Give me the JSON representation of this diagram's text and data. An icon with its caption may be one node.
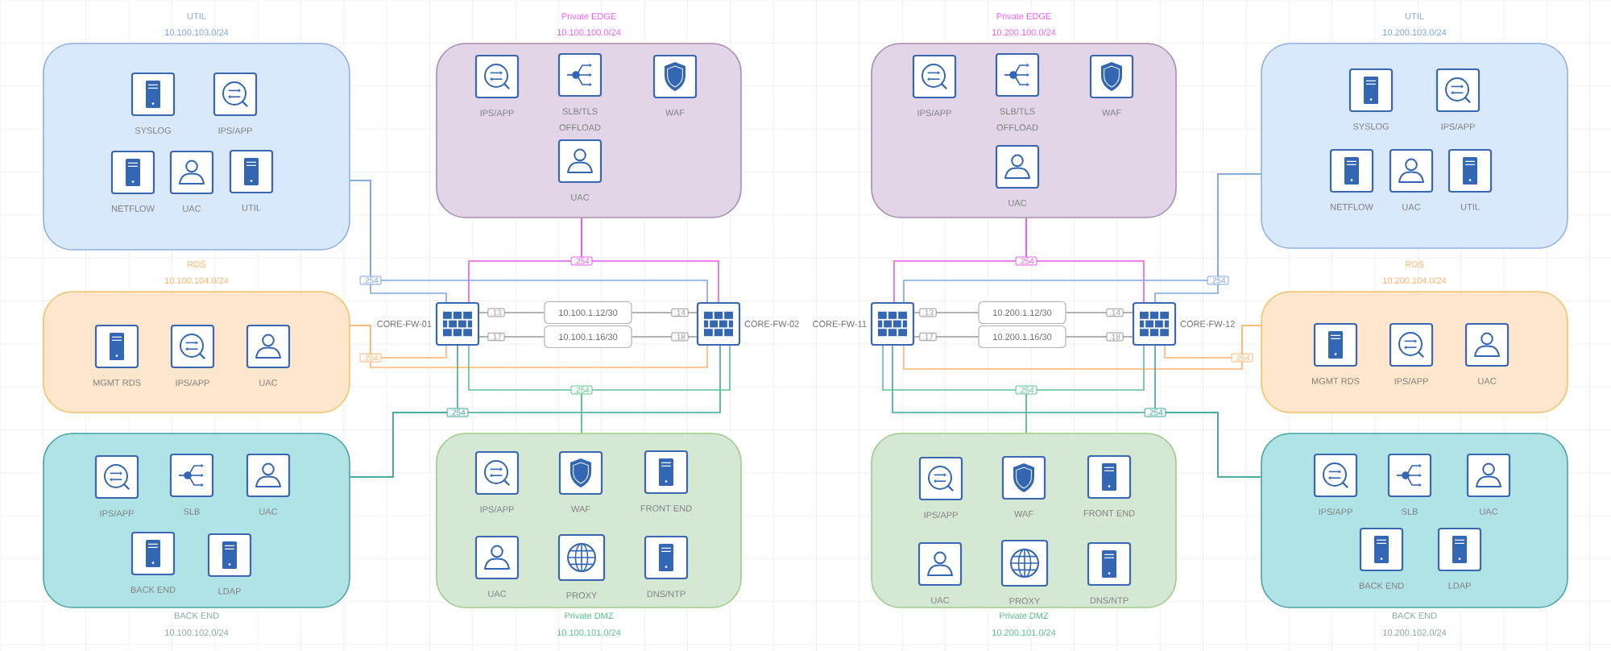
{
  "diagram": {
    "nodes": [
      {
        "text": [
          "UTIL",
          "10.100.103.0/24"
        ]
      },
      {
        "text": [
          "SYSLOG"
        ],
        "in": 0
      },
      {
        "text": [
          "IPS/APP"
        ],
        "in": 0
      },
      {
        "text": [
          "NETFLOW"
        ],
        "in": 0
      },
      {
        "text": [
          "UAC"
        ],
        "in": 0
      },
      {
        "text": [
          "UTIL"
        ],
        "in": 0
      },
      {
        "text": [
          "Private EDGE",
          "10.100.100.0/24"
        ]
      },
      {
        "text": [
          "IPS/APP"
        ],
        "in": 6
      },
      {
        "text": [
          "SLB/TLS OFFLOAD"
        ],
        "in": 6
      },
      {
        "text": [
          "WAF"
        ],
        "in": 6
      },
      {
        "text": [
          "UAC"
        ],
        "in": 6
      },
      {
        "text": [
          "Private EDGE",
          "10.200.100.0/24"
        ]
      },
      {
        "text": [
          "IPS/APP"
        ],
        "in": 11
      },
      {
        "text": [
          "SLB/TLS OFFLOAD"
        ],
        "in": 11
      },
      {
        "text": [
          "WAF"
        ],
        "in": 11
      },
      {
        "text": [
          "UAC"
        ],
        "in": 11
      },
      {
        "text": [
          "UTIL",
          "10.200.103.0/24"
        ]
      },
      {
        "text": [
          "SYSLOG"
        ],
        "in": 16
      },
      {
        "text": [
          "IPS/APP"
        ],
        "in": 16
      },
      {
        "text": [
          "NETFLOW"
        ],
        "in": 16
      },
      {
        "text": [
          "UAC"
        ],
        "in": 16
      },
      {
        "text": [
          "UTIL"
        ],
        "in": 16
      },
      {
        "text": [
          "RDS",
          "10.100.104.0/24"
        ]
      },
      {
        "text": [
          "MGMT RDS"
        ],
        "in": 22
      },
      {
        "text": [
          "IPS/APP"
        ],
        "in": 22
      },
      {
        "text": [
          "UAC"
        ],
        "in": 22
      },
      {
        "text": [
          "CORE-FW-01"
        ]
      },
      {
        "text": [
          "10.100.1.12/30"
        ]
      },
      {
        "text": [
          "10.100.1.16/30"
        ]
      },
      {
        "text": [
          "CORE-FW-02"
        ]
      },
      {
        "text": [
          "CORE-FW-11"
        ]
      },
      {
        "text": [
          "10.200.1.12/30"
        ]
      },
      {
        "text": [
          "10.200.1.16/30"
        ]
      },
      {
        "text": [
          "CORE-FW-12"
        ]
      },
      {
        "text": [
          "RDS",
          "10.200.104.0/24"
        ]
      },
      {
        "text": [
          "MGMT RDS"
        ],
        "in": 34
      },
      {
        "text": [
          "IPS/APP"
        ],
        "in": 34
      },
      {
        "text": [
          "UAC"
        ],
        "in": 34
      },
      {
        "text": [
          "BACK END",
          "10.100.102.0/24"
        ]
      },
      {
        "text": [
          "IPS/APP"
        ],
        "in": 38
      },
      {
        "text": [
          "SLB"
        ],
        "in": 38
      },
      {
        "text": [
          "UAC"
        ],
        "in": 38
      },
      {
        "text": [
          "BACK END"
        ],
        "in": 38
      },
      {
        "text": [
          "LDAP"
        ],
        "in": 38
      },
      {
        "text": [
          "Private DMZ",
          "10.100.101.0/24"
        ]
      },
      {
        "text": [
          "IPS/APP"
        ],
        "in": 44
      },
      {
        "text": [
          "WAF"
        ],
        "in": 44
      },
      {
        "text": [
          "FRONT END"
        ],
        "in": 44
      },
      {
        "text": [
          "UAC"
        ],
        "in": 44
      },
      {
        "text": [
          "PROXY"
        ],
        "in": 44
      },
      {
        "text": [
          "DNS/NTP"
        ],
        "in": 44
      },
      {
        "text": [
          "Private DMZ",
          "10.200.101.0/24"
        ]
      },
      {
        "text": [
          "IPS/APP"
        ],
        "in": 51
      },
      {
        "text": [
          "WAF"
        ],
        "in": 51
      },
      {
        "text": [
          "FRONT END"
        ],
        "in": 51
      },
      {
        "text": [
          "UAC"
        ],
        "in": 51
      },
      {
        "text": [
          "PROXY"
        ],
        "in": 51
      },
      {
        "text": [
          "DNS/NTP"
        ],
        "in": 51
      },
      {
        "text": [
          "BACK END",
          "10.200.102.0/24"
        ]
      },
      {
        "text": [
          "IPS/APP"
        ],
        "in": 58
      },
      {
        "text": [
          "SLB"
        ],
        "in": 58
      },
      {
        "text": [
          "UAC"
        ],
        "in": 58
      },
      {
        "text": [
          "BACK END"
        ],
        "in": 58
      },
      {
        "text": [
          "LDAP"
        ],
        "in": 58
      }
    ],
    "edges": [
      {
        "from": 0,
        "to": 26,
        "arrow": "none",
        "label": ".254",
        "color": "#7ea6e0"
      },
      {
        "from": 0,
        "to": 29,
        "arrow": "none",
        "color": "#7ea6e0"
      },
      {
        "from": 6,
        "to": 26,
        "arrow": "none",
        "label": ".254",
        "color": "#e85ce8"
      },
      {
        "from": 6,
        "to": 29,
        "arrow": "none",
        "color": "#e85ce8"
      },
      {
        "from": 22,
        "to": 26,
        "arrow": "none",
        "label": ".254",
        "color": "#ffb570"
      },
      {
        "from": 22,
        "to": 29,
        "arrow": "none",
        "color": "#ffb570"
      },
      {
        "from": 26,
        "to": 27,
        "arrow": "none",
        "label": ".13",
        "color": "#999999"
      },
      {
        "from": 27,
        "to": 29,
        "arrow": "none",
        "label": ".14",
        "color": "#999999"
      },
      {
        "from": 26,
        "to": 28,
        "arrow": "none",
        "label": ".17",
        "color": "#999999"
      },
      {
        "from": 28,
        "to": 29,
        "arrow": "none",
        "label": ".18",
        "color": "#999999"
      },
      {
        "from": 38,
        "to": 26,
        "arrow": "none",
        "label": ".254",
        "color": "#3fa89c"
      },
      {
        "from": 38,
        "to": 29,
        "arrow": "none",
        "color": "#3fa89c"
      },
      {
        "from": 44,
        "to": 26,
        "arrow": "none",
        "label": ".254",
        "color": "#5cc48e"
      },
      {
        "from": 44,
        "to": 29,
        "arrow": "none",
        "color": "#5cc48e"
      },
      {
        "from": 11,
        "to": 30,
        "arrow": "none",
        "label": ".254",
        "color": "#e85ce8"
      },
      {
        "from": 11,
        "to": 33,
        "arrow": "none",
        "color": "#e85ce8"
      },
      {
        "from": 16,
        "to": 30,
        "arrow": "none",
        "label": ".254",
        "color": "#7ea6e0"
      },
      {
        "from": 16,
        "to": 33,
        "arrow": "none",
        "color": "#7ea6e0"
      },
      {
        "from": 30,
        "to": 31,
        "arrow": "none",
        "label": ".13",
        "color": "#999999"
      },
      {
        "from": 31,
        "to": 33,
        "arrow": "none",
        "label": ".14",
        "color": "#999999"
      },
      {
        "from": 30,
        "to": 32,
        "arrow": "none",
        "label": ".17",
        "color": "#999999"
      },
      {
        "from": 32,
        "to": 33,
        "arrow": "none",
        "label": ".18",
        "color": "#999999"
      },
      {
        "from": 34,
        "to": 30,
        "arrow": "none",
        "label": ".254",
        "color": "#ffb570"
      },
      {
        "from": 34,
        "to": 33,
        "arrow": "none",
        "color": "#ffb570"
      },
      {
        "from": 51,
        "to": 30,
        "arrow": "none",
        "label": ".254",
        "color": "#5cc48e"
      },
      {
        "from": 51,
        "to": 33,
        "arrow": "none",
        "color": "#5cc48e"
      },
      {
        "from": 58,
        "to": 30,
        "arrow": "none",
        "label": ".254",
        "color": "#3fa89c"
      },
      {
        "from": 58,
        "to": 33,
        "arrow": "none",
        "color": "#3fa89c"
      }
    ]
  }
}
